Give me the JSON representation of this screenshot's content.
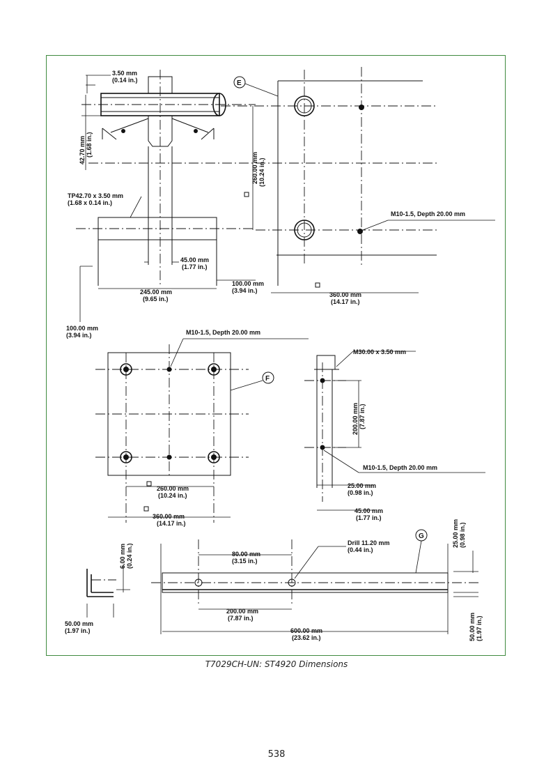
{
  "figure": {
    "caption": "T7029CH-UN: ST4920 Dimensions",
    "callouts": {
      "e": "E",
      "f": "F",
      "g": "G"
    },
    "part_e": {
      "pipe_wall_mm": "3.50 mm",
      "pipe_wall_in": "(0.14 in.)",
      "pipe_dia_mm": "42.70 mm",
      "pipe_dia_in": "(1.68 in.)",
      "tube_mm": "TP42.70 x 3.50 mm",
      "tube_in": "(1.68 x 0.14 in.)",
      "offset_mm": "45.00 mm",
      "offset_in": "(1.77 in.)",
      "width_mm": "245.00 mm",
      "width_in": "(9.65 in.)",
      "side_mm": "100.00 mm",
      "side_in": "(3.94 in.)",
      "left_mm": "100.00 mm",
      "left_in": "(3.94 in.)",
      "height_mm": "260.00 mm",
      "height_in": "(10.24 in.)",
      "plate_mm": "360.00 mm",
      "plate_in": "(14.17 in.)",
      "thread": "M10-1.5, Depth 20.00 mm"
    },
    "part_f": {
      "thread_top": "M10-1.5, Depth 20.00 mm",
      "nut": "M30.00 x 3.50 mm",
      "height_mm": "200.00 mm",
      "height_in": "(7.87 in.)",
      "thread_side": "M10-1.5, Depth 20.00 mm",
      "thick_mm": "25.00 mm",
      "thick_in": "(0.98 in.)",
      "depth_mm": "45.00 mm",
      "depth_in": "(1.77 in.)",
      "hole_mm": "260.00 mm",
      "hole_in": "(10.24 in.)",
      "width_mm": "360.00 mm",
      "width_in": "(14.17 in.)"
    },
    "part_g": {
      "thick_mm": "6.00 mm",
      "thick_in": "(0.24 in.)",
      "first_mm": "80.00 mm",
      "first_in": "(3.15 in.)",
      "drill_mm": "Drill 11.20 mm",
      "drill_in": "(0.44 in.)",
      "height_mm": "25.00 mm",
      "height_in": "(0.98 in.)",
      "flange_mm": "50.00 mm",
      "flange_in": "(1.97 in.)",
      "pitch_mm": "200.00 mm",
      "pitch_in": "(7.87 in.)",
      "length_mm": "600.00 mm",
      "length_in": "(23.62 in.)",
      "leg_mm": "50.00 mm",
      "leg_in": "(1.97 in.)"
    }
  },
  "page": {
    "number": "538"
  }
}
